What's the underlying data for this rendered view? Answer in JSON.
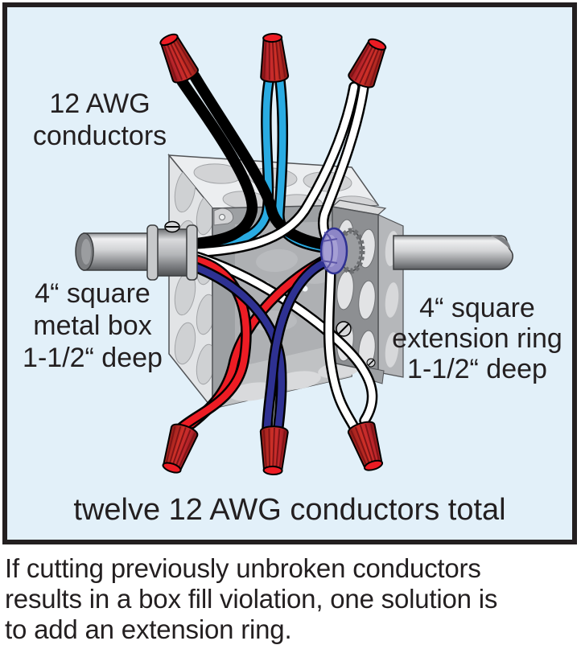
{
  "frame": {
    "background": "#e2f0f9",
    "border_color": "#231f20"
  },
  "labels": {
    "conductors_line1": "12 AWG",
    "conductors_line2": "conductors",
    "left_box_line1": "4“ square",
    "left_box_line2": "metal box",
    "left_box_line3": "1-1/2“ deep",
    "right_ring_line1": "4“ square",
    "right_ring_line2": "extension ring",
    "right_ring_line3": "1-1/2“ deep",
    "total": "twelve 12 AWG conductors total"
  },
  "caption": {
    "line1": "If cutting previously unbroken conductors",
    "line2": "results in a box fill violation, one solution is",
    "line3": "to add an extension ring."
  },
  "colors": {
    "wire_black": "#000000",
    "wire_cyan": "#29abe2",
    "wire_white": "#ffffff",
    "wire_red": "#ed1c24",
    "wire_blue": "#2e3192",
    "wire_nut_body": "#b02025",
    "wire_nut_top": "#ed1c24",
    "locknut_purple": "#8d86c6",
    "box_metal_light": "#eceef0",
    "box_metal_mid": "#c8cacc",
    "box_interior": "#a8aaad",
    "ring_face": "#8d8f92",
    "conduit_gray": "#b0b2b5",
    "text": "#231f20"
  }
}
